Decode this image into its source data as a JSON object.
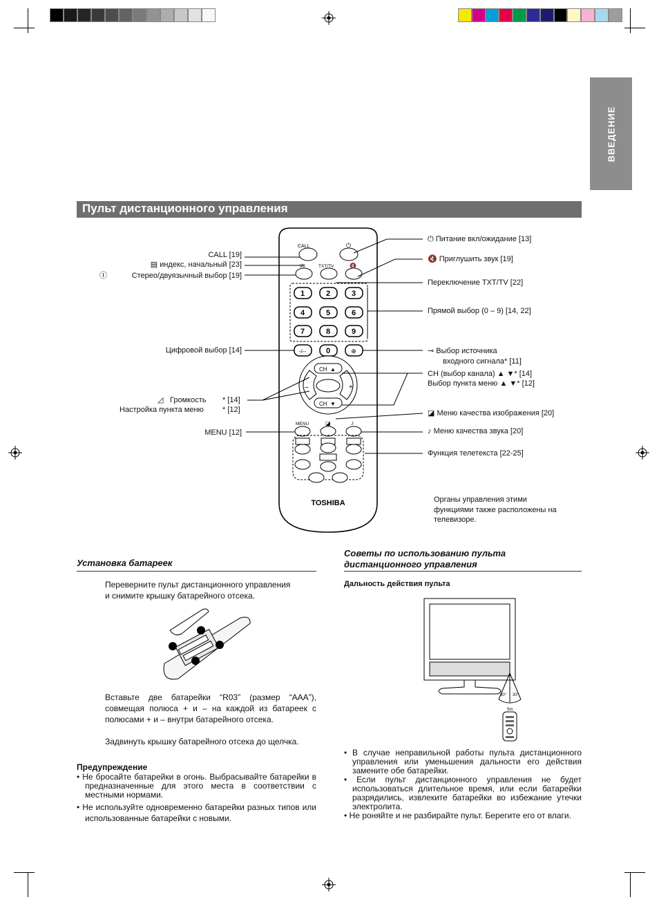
{
  "side_tab": {
    "label": "ВВЕДЕНИЕ"
  },
  "section_title": "Пульт дистанционного управления",
  "remote": {
    "brand": "TOSHIBA",
    "keys": {
      "call": "CALL",
      "txt_tv": "TXT/TV",
      "stereo": "I/II",
      "n1": "1",
      "n2": "2",
      "n3": "3",
      "n4": "4",
      "n5": "5",
      "n6": "6",
      "n7": "7",
      "n8": "8",
      "n9": "9",
      "n0": "0",
      "digit": "-/--",
      "ch": "CH",
      "menu": "MENU",
      "minus": "–",
      "plus": "+"
    }
  },
  "callouts_left": {
    "call": "CALL [19]",
    "index": "индекс, начальный [23]",
    "stereo": "Стерео/двуязычный выбор [19]",
    "digit": "Цифровой выбор [14]",
    "volume_a": "Громкость",
    "volume_a_ref": "* [14]",
    "volume_b": "Настройка пункта меню",
    "volume_b_ref": "* [12]",
    "menu": "MENU [12]"
  },
  "callouts_right": {
    "power": "Питание вкл/ожидание  [13]",
    "mute": "Приглушить звук [19]",
    "txt_tv": "Переключение TXT/TV [22]",
    "direct": "Прямой выбор (0 – 9) [14, 22]",
    "source_1": "Выбор источника",
    "source_2": "входного сигнала* [11]",
    "ch_1": "CH (выбор канала) ▲ ▼* [14]",
    "ch_2": "Выбор пункта меню ▲ ▼* [12]",
    "picture": "Меню качества изображения [20]",
    "sound": "Меню качества звука [20]",
    "teletext": "Функция телетекста [22-25]",
    "note_1": "Органы управления этими",
    "note_2": "функциями также расположены на",
    "note_3": "телевизоре."
  },
  "battery": {
    "heading": "Установка батареек",
    "step1_line1": "Переверните пульт дистанционного управления",
    "step1_line2": "и снимите крышку батарейного отсека.",
    "step2": "Вставьте две батарейки “R03” (размер “AAA”), совмещая полюса + и – на каждой из батареек с полюсами + и – внутри батарейного отсека.",
    "step3": "Задвинуть крышку батарейного отсека до щелчка.",
    "warning_title": "Предупреждение",
    "warnings": [
      "Не бросайте батарейки в огонь. Выбрасывайте батарейки в предназначенные для этого места в соответствии с местными нормами.",
      "Не используйте одновременно батарейки разных типов или использованные батарейки с новыми."
    ]
  },
  "tips": {
    "heading": "Советы по использованию пульта дистанционного управления",
    "range_title": "Дальность действия пульта",
    "angle_left": "30°",
    "angle_right": "30°",
    "distance": "5m",
    "bullets": [
      "В случае неправильной работы пульта дистанционного управления или уменьшения дальности его действия замените обе батарейки.",
      "Если пульт дистанционного управления не будет использоваться длительное время, или если батарейки разрядились, извлеките батарейки во избежание утечки электролита.",
      "Не роняйте и не разбирайте пульт. Берегите его от влаги."
    ]
  },
  "colors": {
    "gray_scale": [
      "#000000",
      "#1a1a1a",
      "#262626",
      "#3a3a3a",
      "#4d4d4d",
      "#636363",
      "#7a7a7a",
      "#939393",
      "#adadad",
      "#c8c8c8",
      "#e2e2e2",
      "#f7f7f7"
    ],
    "color_bar": [
      "#f2ea00",
      "#d4008a",
      "#00a0dc",
      "#e3004a",
      "#00994c",
      "#2b2d8f",
      "#1f1a6e",
      "#000000",
      "#fff7c0",
      "#f7b3cf",
      "#a8d8f0",
      "#9d9d9d"
    ]
  }
}
